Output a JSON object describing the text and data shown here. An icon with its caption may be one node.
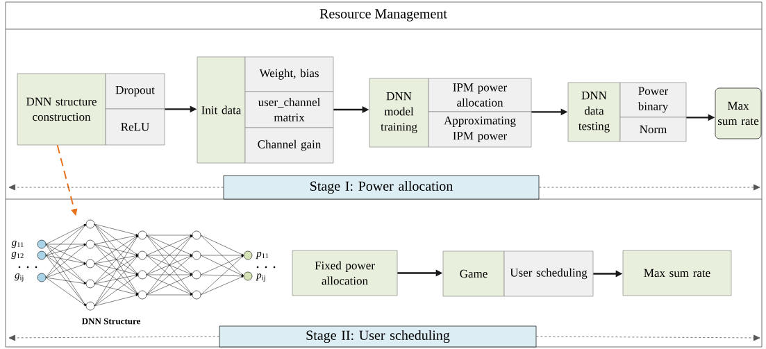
{
  "diagram": {
    "title": "Resource Management",
    "nodes": [
      {
        "text": [
          "DNN structure construction"
        ]
      },
      {
        "text": [
          "Dropout"
        ]
      },
      {
        "text": [
          "ReLU"
        ]
      },
      {
        "text": [
          "Init data"
        ]
      },
      {
        "text": [
          "Weight, bias"
        ]
      },
      {
        "text": [
          "user_channel matrix"
        ]
      },
      {
        "text": [
          "Channel gain"
        ]
      },
      {
        "text": [
          "DNN model training"
        ]
      },
      {
        "text": [
          "IPM power allocation"
        ]
      },
      {
        "text": [
          "Approximating IPM power"
        ]
      },
      {
        "text": [
          "DNN data testing"
        ]
      },
      {
        "text": [
          "Power binary"
        ]
      },
      {
        "text": [
          "Norm"
        ]
      },
      {
        "text": [
          "Max sum rate"
        ]
      },
      {
        "text": [
          "Stage I: Power allocation"
        ]
      },
      {
        "text": [
          "DNN Structure"
        ]
      },
      {
        "text": [
          "Fixed power allocation"
        ]
      },
      {
        "text": [
          "Game"
        ]
      },
      {
        "text": [
          "User scheduling"
        ]
      },
      {
        "text": [
          "Max sum rate"
        ]
      },
      {
        "text": [
          "Stage II: User scheduling"
        ]
      }
    ],
    "edges": [
      {
        "from": 1,
        "to": 3,
        "arrow": "to"
      },
      {
        "from": 5,
        "to": 7,
        "arrow": "to"
      },
      {
        "from": 8,
        "to": 10,
        "arrow": "to"
      },
      {
        "from": 11,
        "to": 13,
        "arrow": "to"
      },
      {
        "from": 0,
        "to": 15,
        "arrow": "to",
        "style": "dashed",
        "color": "#e8731e"
      },
      {
        "from": 14,
        "to": null,
        "arrow": "to",
        "style": "dashed",
        "color": "#555555"
      },
      {
        "from": 14,
        "to": null,
        "arrow": "to",
        "style": "dashed",
        "color": "#555555"
      },
      {
        "from": 16,
        "to": 17,
        "arrow": "to"
      },
      {
        "from": 18,
        "to": 19,
        "arrow": "to"
      },
      {
        "from": 20,
        "to": null,
        "arrow": "to",
        "style": "dashed",
        "color": "#555555"
      },
      {
        "from": 20,
        "to": null,
        "arrow": "to",
        "style": "dashed",
        "color": "#555555"
      }
    ],
    "labels": [
      "*g*$_{11}$",
      "*g*$_{12}$",
      "*g*$_{ij}$",
      "*p*$_{11}$",
      "*p*$_{ij}$"
    ]
  }
}
